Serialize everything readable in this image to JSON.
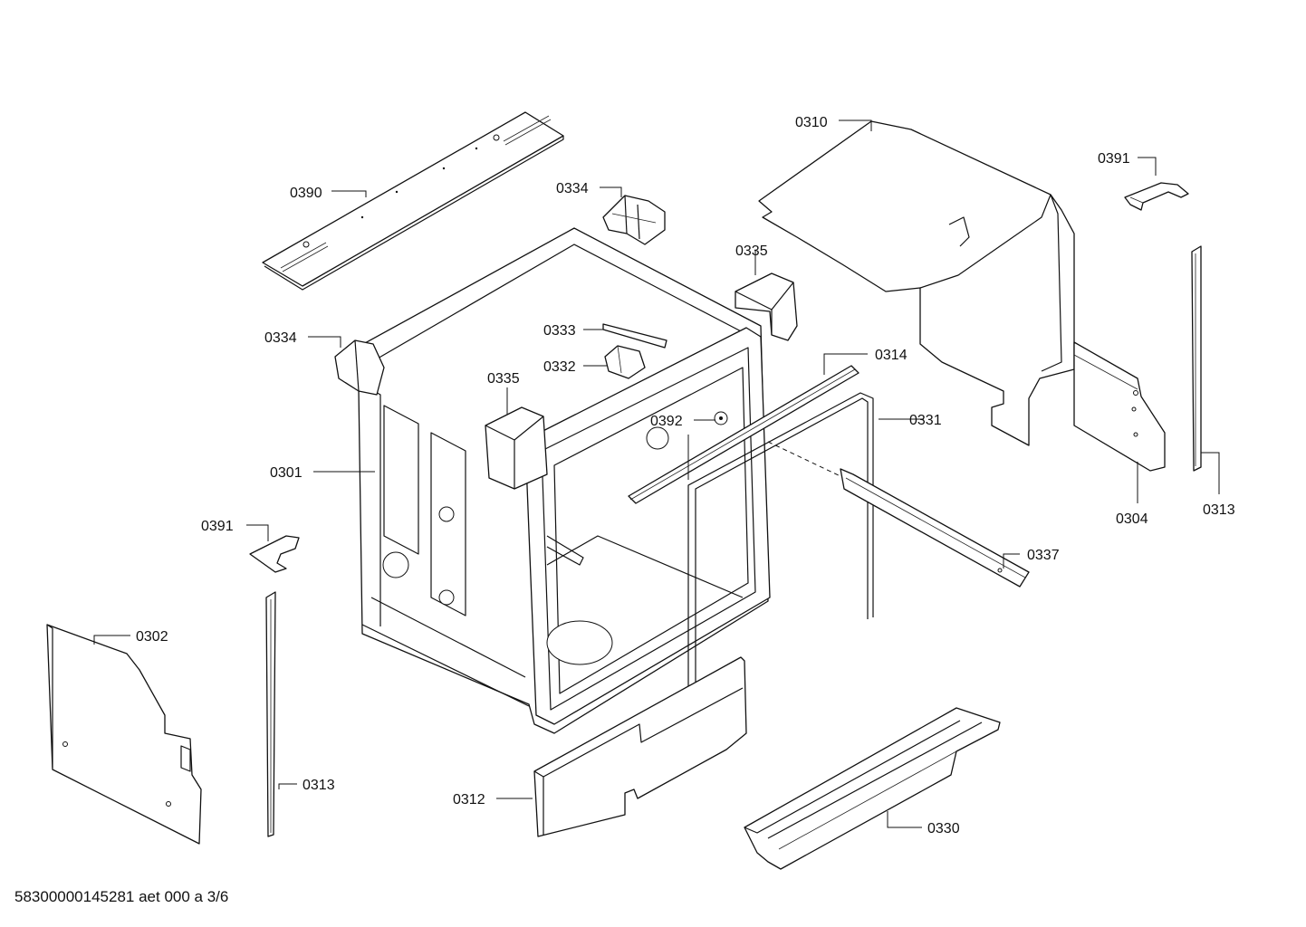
{
  "diagram": {
    "part_labels": {
      "p0390": "0390",
      "p0334a": "0334",
      "p0334b": "0334",
      "p0310": "0310",
      "p0391a": "0391",
      "p0391b": "0391",
      "p0335a": "0335",
      "p0335b": "0335",
      "p0333": "0333",
      "p0332": "0332",
      "p0314": "0314",
      "p0392": "0392",
      "p0331": "0331",
      "p0301": "0301",
      "p0304": "0304",
      "p0313a": "0313",
      "p0313b": "0313",
      "p0337": "0337",
      "p0302": "0302",
      "p0312": "0312",
      "p0330": "0330"
    },
    "document_code": "58300000145281 aet 000 a 3/6"
  }
}
